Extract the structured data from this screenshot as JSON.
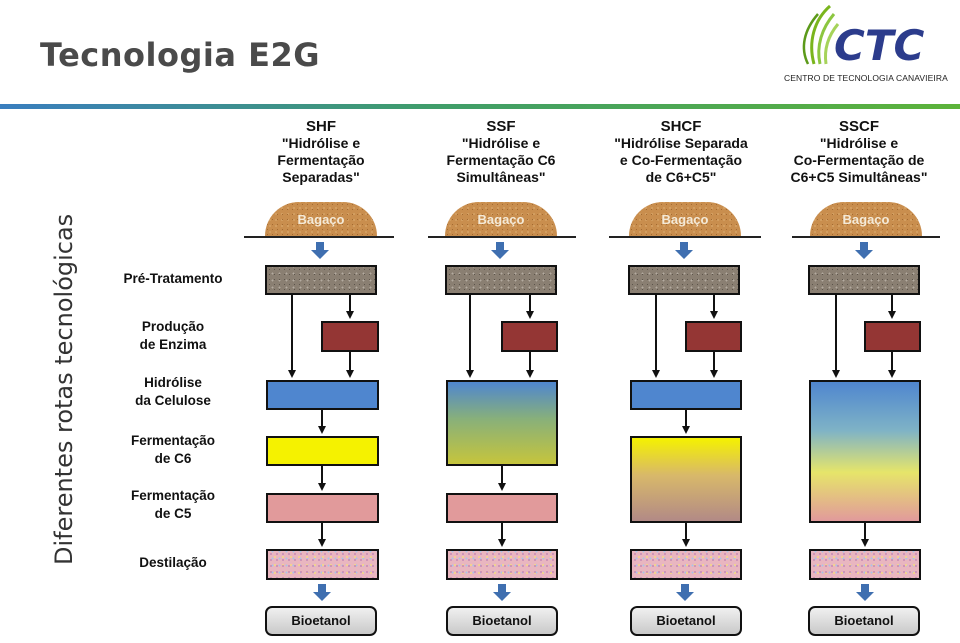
{
  "title": "Tecnologia E2G",
  "side_label": "Diferentes rotas tecnológicas",
  "logo": {
    "text": "CTC",
    "subtitle": "CENTRO DE TECNOLOGIA CANAVIEIRA"
  },
  "steps": [
    "Pré-Tratamento",
    "Produção\nde Enzima",
    "Hidrólise\nda Celulose",
    "Fermentação\nde C6",
    "Fermentação\nde C5",
    "Destilação"
  ],
  "routes": [
    {
      "abbr": "SHF",
      "name": "\"Hidrólise e\nFermentação\nSeparadas\""
    },
    {
      "abbr": "SSF",
      "name": "\"Hidrólise e\nFermentação C6\nSimultâneas\""
    },
    {
      "abbr": "SHCF",
      "name": "\"Hidrólise Separada\ne Co-Fermentação\nde C6+C5\""
    },
    {
      "abbr": "SSCF",
      "name": "\"Hidrólise e\nCo-Fermentação de\nC6+C5 Simultâneas\""
    }
  ],
  "feedstock_label": "Bagaço",
  "product_label": "Bioetanol",
  "colors": {
    "accent_blue": "#3a7ebf",
    "accent_green": "#5cb33a",
    "arrow_blue": "#3f6fb0"
  }
}
